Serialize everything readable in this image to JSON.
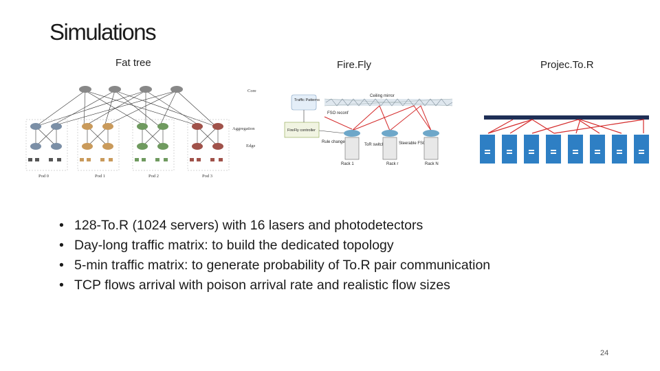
{
  "slide": {
    "title": "Simulations",
    "page_number": "24"
  },
  "figures": {
    "fat_tree": {
      "label": "Fat tree",
      "layers": [
        "Core",
        "Aggregation",
        "Edge"
      ],
      "pods": [
        "Pod 0",
        "Pod 1",
        "Pod 2",
        "Pod 3"
      ]
    },
    "firefly": {
      "label": "Fire.Fly",
      "annotations": {
        "ceiling_mirror": "Ceiling mirror",
        "traffic_patterns": "Traffic Patterns",
        "fso_reconf": "FSO reconf",
        "controller": "FireFly controller",
        "rule_change": "Rule change",
        "tor_switch": "ToR switch",
        "steerable_fsos": "Steerable FSOs",
        "rack_1": "Rack 1",
        "rack_r": "Rack r",
        "rack_n": "Rack N"
      }
    },
    "projector": {
      "label": "Projec.To.R"
    }
  },
  "bullets": [
    "128-To.R (1024 servers) with 16 lasers and photodetectors",
    "Day-long traffic matrix: to build the dedicated topology",
    "5-min traffic matrix: to generate probability of To.R pair communication",
    "TCP flows arrival with poison arrival rate and realistic flow sizes"
  ]
}
